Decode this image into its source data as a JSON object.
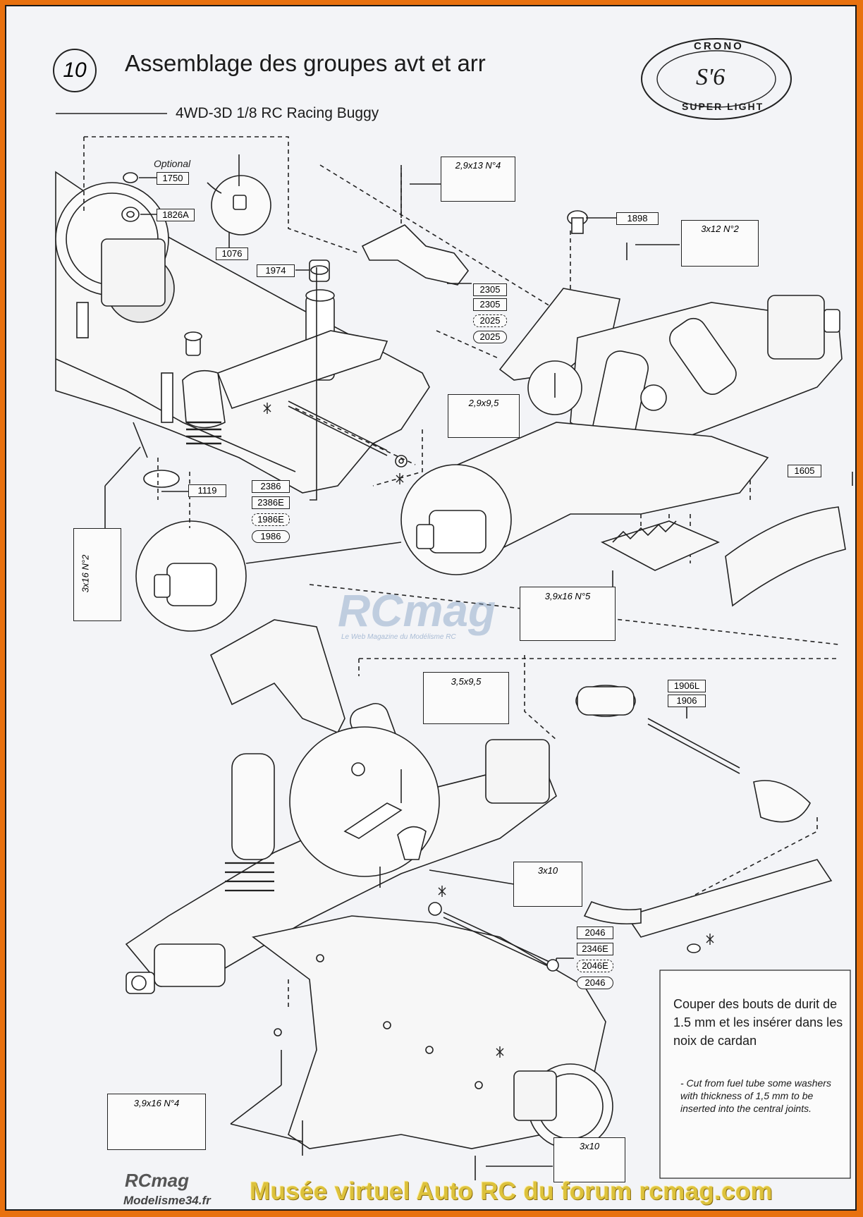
{
  "step_number": "10",
  "title": "Assemblage des groupes avt et arr",
  "subtitle": "4WD-3D 1/8 RC Racing Buggy",
  "logo": {
    "top_text": "CRONO",
    "center_text": "S'6",
    "bottom_text": "SUPER LIGHT"
  },
  "optional_label": "Optional",
  "part_labels": {
    "p1750": "1750",
    "p1826a": "1826A",
    "p1076": "1076",
    "p1974": "1974",
    "p2305a": "2305",
    "p2305b": "2305",
    "p2025a": "2025",
    "p2025b": "2025",
    "p1898": "1898",
    "p1119": "1119",
    "p2386": "2386",
    "p2386e": "2386E",
    "p1986e": "1986E",
    "p1986": "1986",
    "p1605": "1605",
    "p1906l": "1906L",
    "p1906": "1906",
    "p2046a": "2046",
    "p2346e": "2346E",
    "p2046e": "2046E",
    "p2046b": "2046"
  },
  "screw_labels": {
    "s29x13": "2,9x13 N°4",
    "s3x12": "3x12 N°2",
    "s29x95": "2,9x9,5",
    "s3x16": "3x16 N°2",
    "s39x16n5": "3,9x16 N°5",
    "s35x95": "3,5x9,5",
    "s3x10a": "3x10",
    "s39x16n4": "3,9x16 N°4",
    "s3x10b": "3x10"
  },
  "note_fr": "Couper des bouts de durit de 1.5 mm et les insérer dans les noix de cardan",
  "note_en": "- Cut from fuel tube some washers with thickness of 1,5 mm to be inserted into the central joints.",
  "watermark": {
    "logo": "RCmag",
    "tagline": "Le Web Magazine du Modélisme RC"
  },
  "footer": {
    "brand": "RCmag",
    "brand_sub": "Modelisme34.fr",
    "museum_text": "Musée virtuel Auto RC du forum rcmag.com"
  }
}
